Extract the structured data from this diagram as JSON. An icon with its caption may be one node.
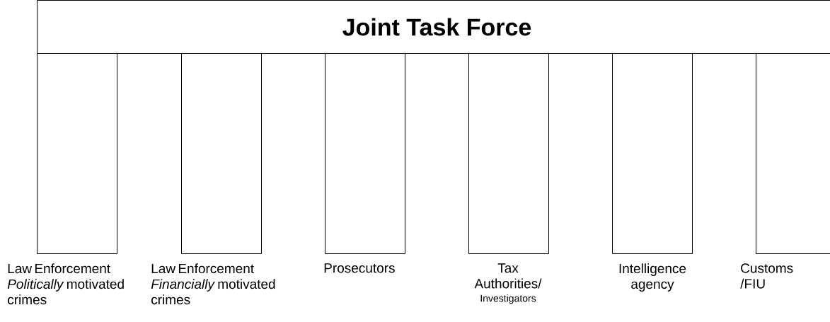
{
  "diagram": {
    "nodes": [
      {
        "text": [
          "Joint Task Force"
        ]
      },
      {
        "text": [],
        "shape": "box",
        "beside": [
          "Law Enforcement *Politically* motivated crimes"
        ]
      },
      {
        "text": [],
        "shape": "box",
        "beside": [
          "Law Enforcement *Financially* motivated crimes"
        ]
      },
      {
        "text": [],
        "shape": "box",
        "beside": [
          "Prosecutors"
        ]
      },
      {
        "text": [],
        "shape": "box",
        "beside": [
          "Tax Authorities/",
          "Investigators"
        ]
      },
      {
        "text": [],
        "shape": "box",
        "beside": [
          "Intelligence agency"
        ]
      },
      {
        "text": [],
        "shape": "box",
        "beside": [
          "Customs /FIU"
        ]
      }
    ]
  }
}
